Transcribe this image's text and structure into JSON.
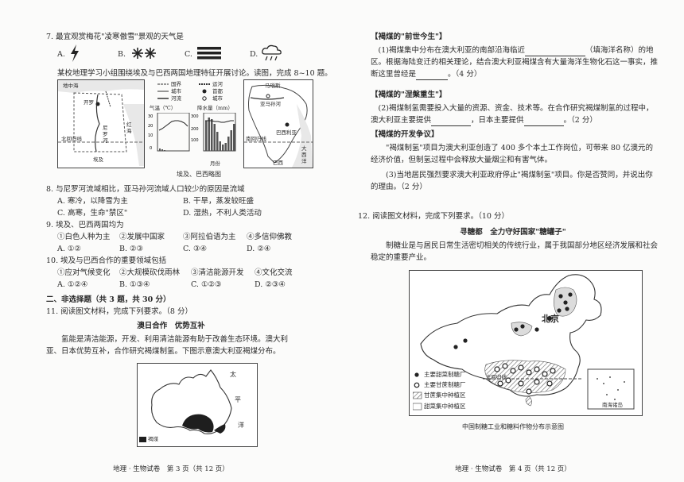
{
  "left": {
    "q7": {
      "stem": "7. 最宜观赏梅花\"凌寒傲雪\"景观的天气是",
      "options": [
        {
          "label": "A.",
          "icon": "lightning-icon"
        },
        {
          "label": "B.",
          "icon": "snowflake-icon"
        },
        {
          "label": "C.",
          "icon": "fog-icon"
        },
        {
          "label": "D.",
          "icon": "rain-cloud-icon"
        }
      ]
    },
    "intro_8_10": "某校地理学习小组围绕埃及与巴西两国地理特征开展讨论。读图，完成 8~10 题。",
    "figure": {
      "egypt": {
        "title": "埃及",
        "labels": [
          "地中海",
          "开罗",
          "红海",
          "尼罗河",
          "北回归线"
        ]
      },
      "legend": [
        "国界",
        "城市",
        "河流",
        "运河",
        "首都",
        "城市"
      ],
      "climate": {
        "left_unit": "气温（℃）",
        "left_unit2": "降水量（mm）",
        "right_unit": "降水量（mm）",
        "x_label": "月份",
        "temp_ticks": [
          "30",
          "20",
          "10",
          "0"
        ],
        "rain_ticks": [
          "300",
          "200",
          "100",
          "0"
        ]
      },
      "brazil": {
        "title": "巴西",
        "labels": [
          "马瑙斯",
          "亚马孙河",
          "巴西利亚",
          "南回归线",
          "大西洋"
        ]
      },
      "caption": "埃及、巴西略图"
    },
    "q8": {
      "stem": "8. 与尼罗河流域相比，亚马孙河流域人口较少的原因是流域",
      "options": [
        "A. 寒冷，以降雪为主",
        "B. 干旱，蒸发较旺盛",
        "C. 高寒，生命\"禁区\"",
        "D. 湿热，不利人类活动"
      ]
    },
    "q9": {
      "stem": "9. 埃及、巴西两国均为",
      "items": [
        "①白色人种为主",
        "②发展中国家",
        "③阿拉伯语为主",
        "④多信仰佛教"
      ],
      "options": [
        "A. ①②",
        "B. ②③",
        "C. ③④",
        "D. ②④"
      ]
    },
    "q10": {
      "stem": "10. 埃及与巴西合作的重要领域包括",
      "items": [
        "①应对气候变化",
        "②大规模砍伐雨林",
        "③清洁能源开发",
        "④文化交流"
      ],
      "options": [
        "A. ①②④",
        "B. ①③④",
        "C. ①②③",
        "D. ②③④"
      ]
    },
    "section2": "二、非选择题（共 3 题，共 30 分）",
    "q11": {
      "stem": "11. 阅读图文材料，完成下列要求。（8 分）",
      "subtitle": "澳日合作　优势互补",
      "para": "氢能是清洁能源，开发、利用清洁能源有助于改善生态环境。澳大利亚、日本优势互补，合作研究褐煤制氢。下图示意澳大利亚褐煤分布。",
      "map_labels": [
        "太",
        "平",
        "洋"
      ],
      "legend_text": "褐煤"
    },
    "footer": "地理 · 生物试卷　第 3 页（共 12 页）"
  },
  "right": {
    "h1": "【褐煤的\"前世今生\"】",
    "p1_a": "(1)褐煤集中分布在澳大利亚的南部沿海临近",
    "p1_b": "（填海洋名称）的地区。根据海陆变迁的相关理论，结合澳大利亚褐煤含有大量海洋生物化石这一事实，推断这里曾经是",
    "p1_c": "。（4 分）",
    "h2": "【褐煤的\"涅槃重生\"】",
    "p2_a": "(2)褐煤制氢需要投入大量的资源、资金、技术等。在合作研究褐煤制氢的过程中，澳大利亚主要提供",
    "p2_b": "，日本主要提供",
    "p2_c": "。（2 分）",
    "h3": "【褐煤的开发争议】",
    "p3": "\"褐煤制氢\"项目为澳大利亚创造了 400 多个本土工作岗位，可带来 80 亿澳元的经济价值，但制氢过程中会释放大量烟尘和有害气体。",
    "p4": "(3)当地居民强烈要求澳大利亚政府停止\"褐煤制氢\"项目。你是否赞同，并说出你的理由。（2 分）",
    "q12_stem": "12. 阅读图文材料，完成下列要求。（10 分）",
    "q12_title": "寻糖都　全力守好国家\"糖罐子\"",
    "q12_para": "制糖业是与居民日常生活密切相关的传统行业，属于我国部分地区经济发展和社会稳定的重要产业。",
    "map": {
      "beijing": "北京",
      "tropic": "北回归线",
      "inset": "南海诸岛",
      "legend": [
        "主要甜菜制糖厂",
        "主要甘蔗制糖厂",
        "甘蔗集中种植区",
        "甜菜集中种植区"
      ],
      "caption": "中国制糖工业和糖料作物分布示意图"
    },
    "footer": "地理 · 生物试卷　第 4 页（共 12 页）"
  }
}
